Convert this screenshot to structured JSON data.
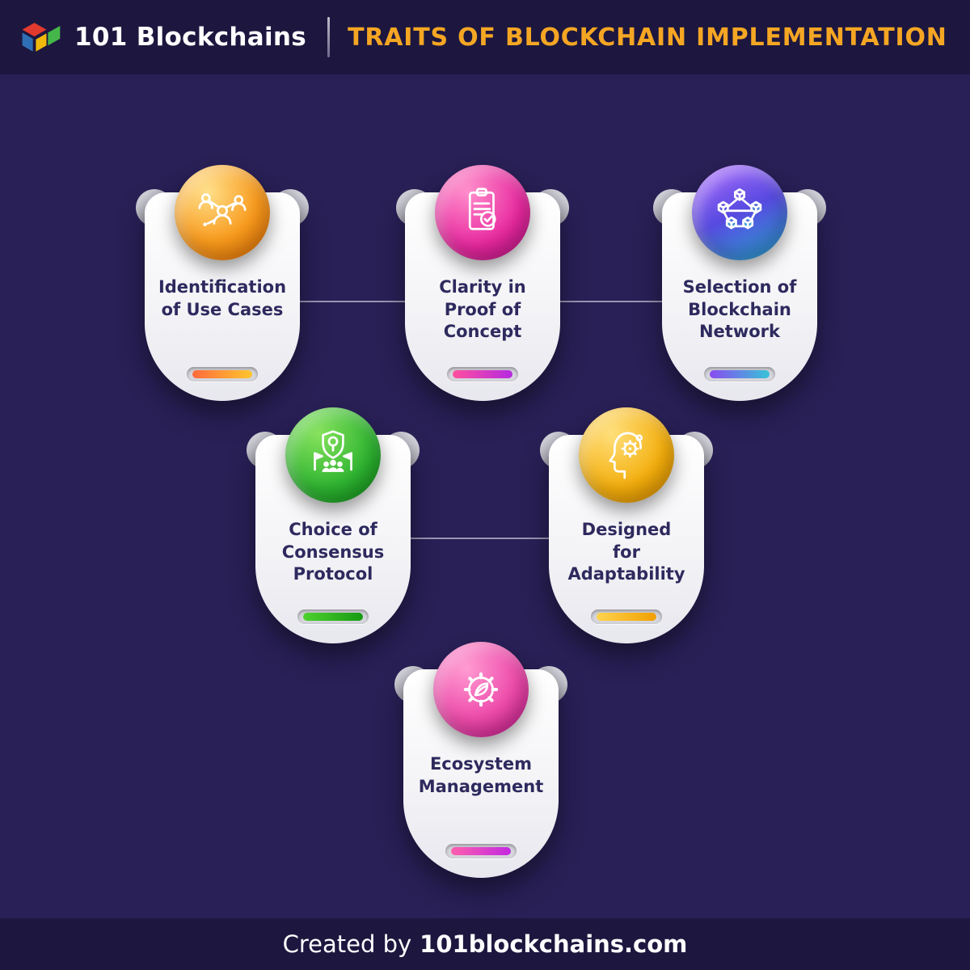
{
  "header": {
    "brand": "101 Blockchains",
    "title": "TRAITS OF BLOCKCHAIN IMPLEMENTATION",
    "title_color": "#F5A623"
  },
  "cards": [
    {
      "label": "Identification\nof Use Cases",
      "icon": "people-network-icon",
      "circle_from": "#FFE08A",
      "circle_to": "#EE7200",
      "pill_from": "#FF6A3D",
      "pill_to": "#FFC62E"
    },
    {
      "label": "Clarity in\nProof of\nConcept",
      "icon": "clipboard-check-icon",
      "circle_from": "#FF8ECB",
      "circle_to": "#C01387",
      "pill_from": "#FF4F9E",
      "pill_to": "#B52AE0"
    },
    {
      "label": "Selection of\nBlockchain\nNetwork",
      "icon": "cube-network-icon",
      "circle_from": "#9A63F7",
      "circle_to": "#2F9ED6",
      "pill_from": "#8A4BF0",
      "pill_to": "#37C3D8"
    },
    {
      "label": "Choice of\nConsensus\nProtocol",
      "icon": "consensus-shield-icon",
      "circle_from": "#86E25C",
      "circle_to": "#0E9417",
      "pill_from": "#4FD12E",
      "pill_to": "#169A12"
    },
    {
      "label": "Designed\nfor\nAdaptability",
      "icon": "head-gear-icon",
      "circle_from": "#FFDF7A",
      "circle_to": "#E39200",
      "pill_from": "#FFD44E",
      "pill_to": "#F09F00"
    },
    {
      "label": "Ecosystem\nManagement",
      "icon": "gear-leaf-icon",
      "circle_from": "#FF9BD2",
      "circle_to": "#CD1691",
      "pill_from": "#FF5FAE",
      "pill_to": "#C22AE0"
    }
  ],
  "footer": {
    "prefix": "Created by",
    "site": "101blockchains.com"
  }
}
